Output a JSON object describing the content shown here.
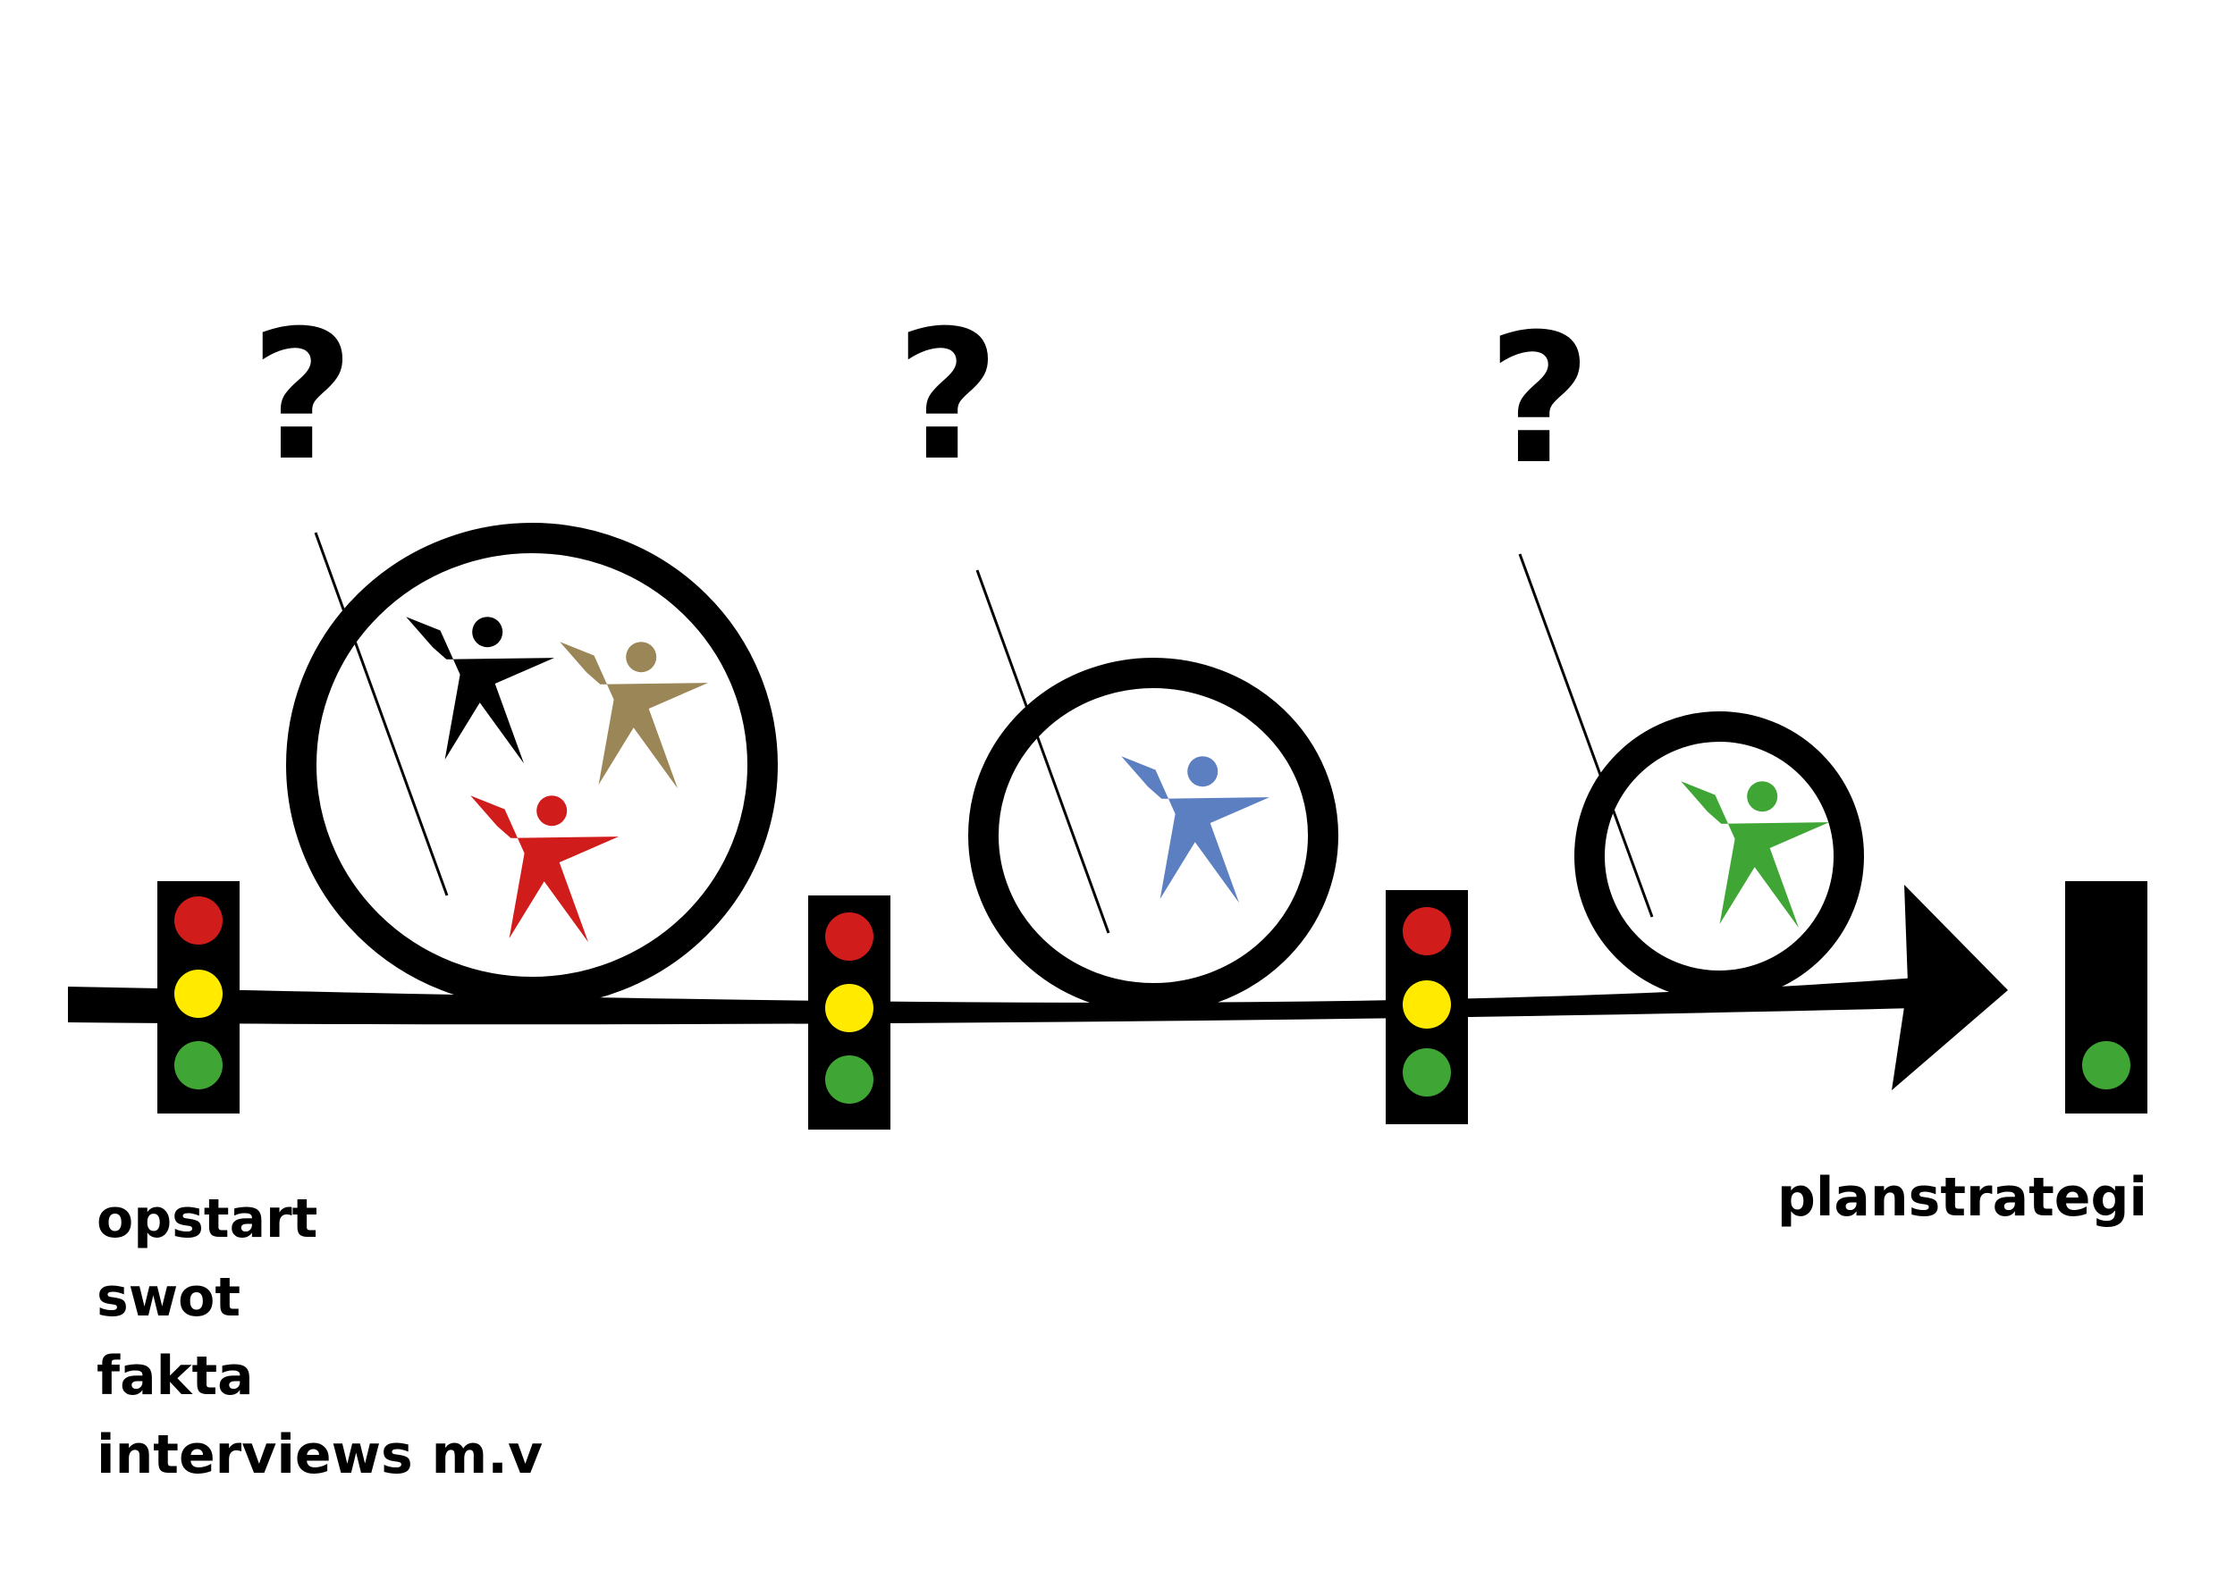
{
  "colors": {
    "ink": "#000000",
    "light_red": "#d11c1c",
    "light_yellow": "#ffea00",
    "light_green": "#3fa535",
    "person_black": "#000000",
    "person_tan": "#9a8656",
    "person_red": "#d11c1c",
    "person_blue": "#5b7fc0",
    "person_green": "#3fa535"
  },
  "question_mark": "?",
  "start_labels": [
    "opstart",
    "swot",
    "fakta",
    "interviews m.v"
  ],
  "end_label": "planstrategi",
  "stages": [
    {
      "people": [
        "person_black",
        "person_tan",
        "person_red"
      ]
    },
    {
      "people": [
        "person_blue"
      ]
    },
    {
      "people": [
        "person_green"
      ]
    }
  ],
  "traffic_lights": [
    {
      "lights": [
        "light_red",
        "light_yellow",
        "light_green"
      ]
    },
    {
      "lights": [
        "light_red",
        "light_yellow",
        "light_green"
      ]
    },
    {
      "lights": [
        "light_red",
        "light_yellow",
        "light_green"
      ]
    },
    {
      "lights": [
        "light_green"
      ]
    }
  ]
}
